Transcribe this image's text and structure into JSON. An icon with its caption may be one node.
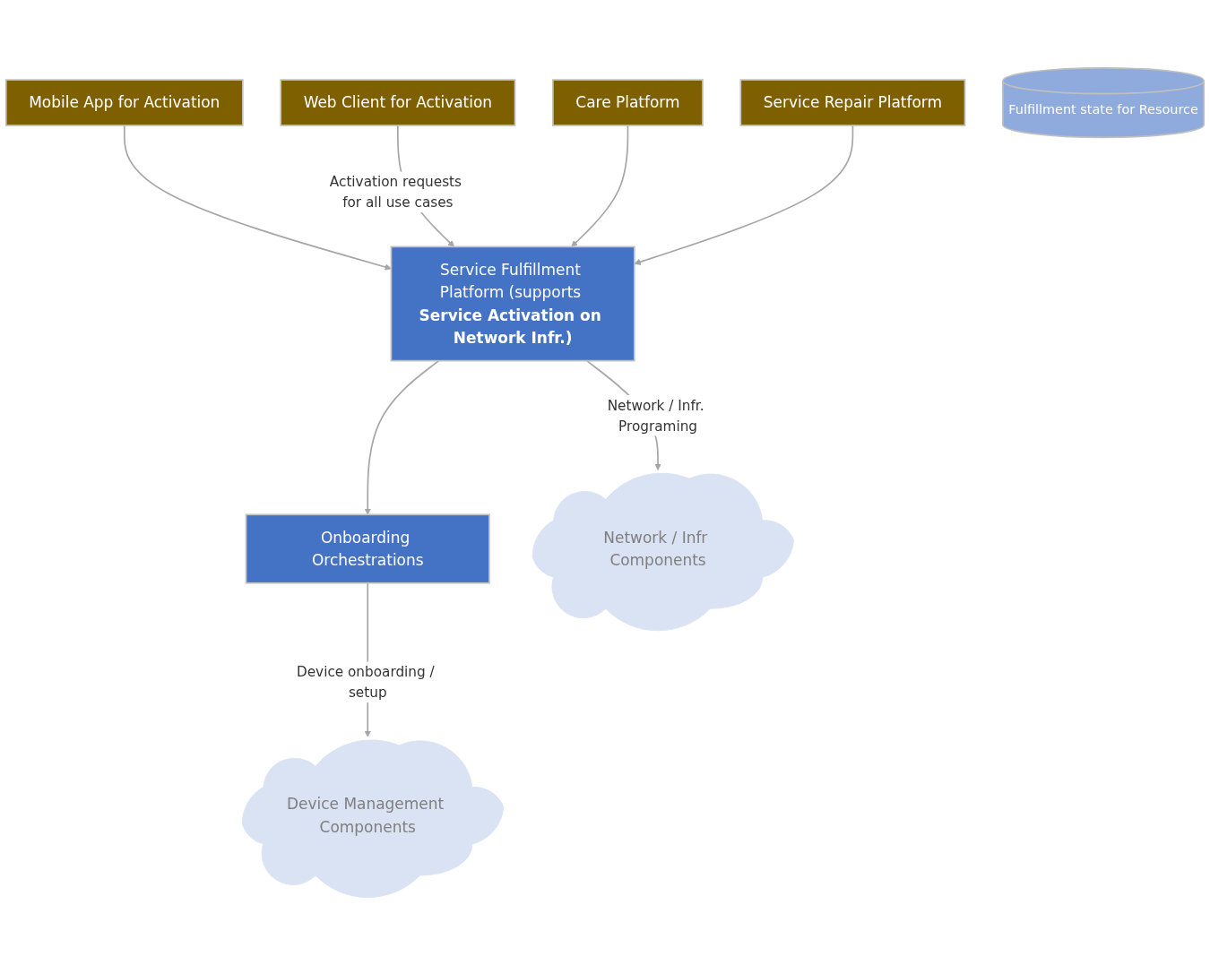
{
  "diagram": {
    "nodes": [
      {
        "text": [
          "Mobile App for Activation"
        ]
      },
      {
        "text": [
          "Web Client for Activation"
        ]
      },
      {
        "text": [
          "Care Platform"
        ]
      },
      {
        "text": [
          "Service Repair Platform"
        ]
      },
      {
        "text": [
          "Service Fulfillment Platform (supports **Service Activation on Network Infr.)**"
        ]
      },
      {
        "text": [
          "Fulfillment state for Resource"
        ]
      },
      {
        "text": [
          "Onboarding Orchestrations"
        ]
      },
      {
        "text": [
          "Device Management Components"
        ]
      },
      {
        "text": [
          "Network / Infr Components"
        ]
      }
    ],
    "edges": [
      {
        "from": 0,
        "to": 4,
        "arrow": "to"
      },
      {
        "from": 1,
        "to": 4,
        "arrow": "to",
        "label": "Activation requests for all use cases"
      },
      {
        "from": 2,
        "to": 4,
        "arrow": "to"
      },
      {
        "from": 3,
        "to": 4,
        "arrow": "to"
      },
      {
        "from": 4,
        "to": 6,
        "arrow": "to"
      },
      {
        "from": 6,
        "to": 7,
        "arrow": "to",
        "label": "Device onboarding / setup"
      },
      {
        "from": 4,
        "to": 8,
        "arrow": "to",
        "label": "Network / Infr. Programing"
      }
    ]
  }
}
